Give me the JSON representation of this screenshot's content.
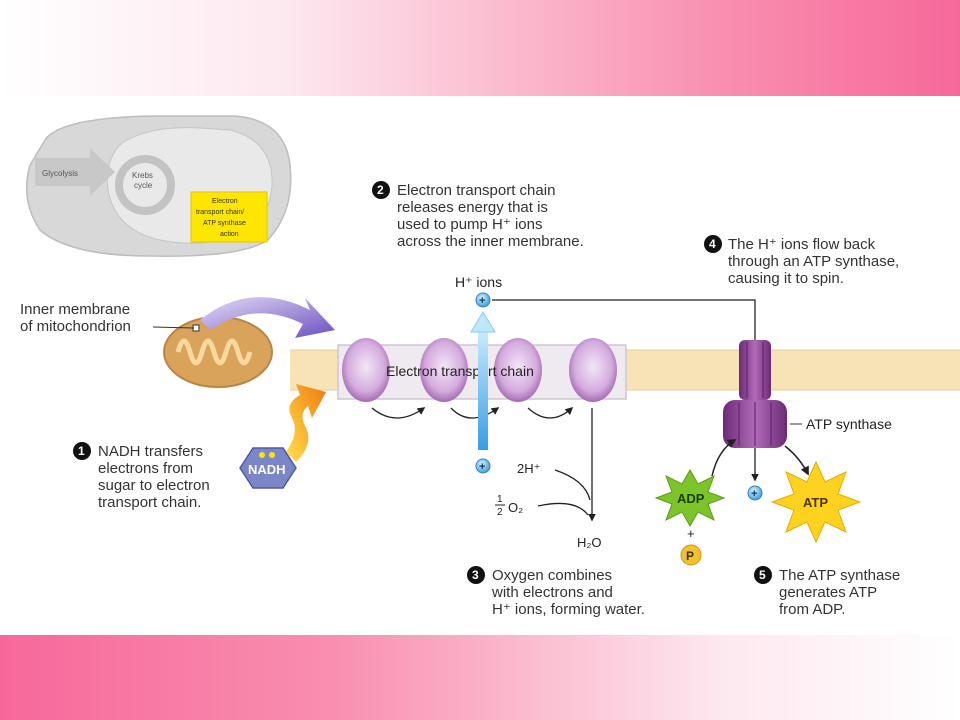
{
  "overview": {
    "glycolysis": "Glycolysis",
    "krebs_line1": "Krebs",
    "krebs_line2": "cycle",
    "etc_line1": "Electron",
    "etc_line2": "transport chain/",
    "etc_line3": "ATP synthase",
    "etc_line4": "action"
  },
  "membrane_label": {
    "line1": "Inner membrane",
    "line2": "of mitochondrion"
  },
  "chain_label": "Electron transport chain",
  "h_ions_label": "H⁺ ions",
  "atp_synthase_label": "ATP synthase",
  "nadh": "NADH",
  "adp": "ADP",
  "atp": "ATP",
  "phosphate": "P",
  "plus": "+",
  "two_h": "2H⁺",
  "half_num": "1",
  "half_den": "2",
  "o2": "O₂",
  "water": "H₂O",
  "ion_symbol": "+",
  "steps": [
    {
      "num": "1",
      "lines": [
        "NADH transfers",
        "electrons from",
        "sugar to electron",
        "transport chain."
      ]
    },
    {
      "num": "2",
      "lines": [
        "Electron transport chain",
        "releases energy that is",
        "used to pump H⁺ ions",
        "across the inner membrane."
      ]
    },
    {
      "num": "3",
      "lines": [
        "Oxygen combines",
        "with electrons and",
        "H⁺ ions, forming water."
      ]
    },
    {
      "num": "4",
      "lines": [
        "The H⁺ ions flow back",
        "through an ATP synthase,",
        "causing it to spin."
      ]
    },
    {
      "num": "5",
      "lines": [
        "The ATP synthase",
        "generates ATP",
        "from ADP."
      ]
    }
  ],
  "colors": {
    "protein": "#c79bd4",
    "membrane": "#f7e3b5",
    "synthase": "#8d3f94",
    "ion": "#5db7e6",
    "adp_star": "#7dc42a",
    "atp_star": "#ffd21f",
    "phosphate": "#f2c12e",
    "nadh": "#7b86c9",
    "mito": "#d9a35b",
    "highlight": "#ffe600",
    "overview_bg": "#d8d8d8"
  }
}
